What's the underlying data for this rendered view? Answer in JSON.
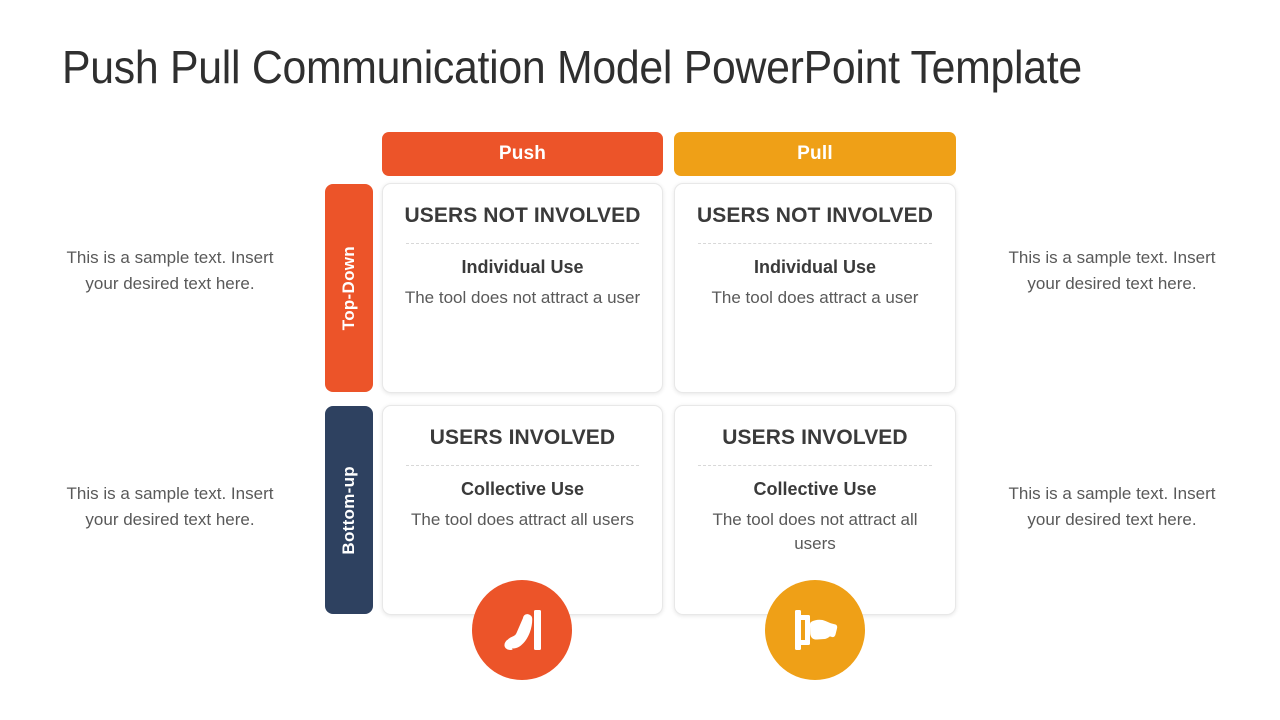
{
  "slide": {
    "title": "Push Pull Communication Model PowerPoint Template",
    "background": "#ffffff"
  },
  "colors": {
    "push": "#EC5429",
    "pull": "#EFA017",
    "bottom_up": "#2E4160",
    "title_text": "#2f2f2f",
    "card_text": "#3a3a3a",
    "body_text": "#595959",
    "card_border": "#e8e8e8",
    "separator": "#d8d8d8"
  },
  "columns": [
    {
      "key": "push",
      "label": "Push",
      "color": "#EC5429"
    },
    {
      "key": "pull",
      "label": "Pull",
      "color": "#EFA017"
    }
  ],
  "rows": [
    {
      "key": "top_down",
      "label": "Top-Down",
      "color": "#EC5429"
    },
    {
      "key": "bottom_up",
      "label": "Bottom-up",
      "color": "#2E4160"
    }
  ],
  "cards": [
    {
      "row": "top_down",
      "column": "push",
      "title": "USERS NOT INVOLVED",
      "subtitle": "Individual Use",
      "description": "The tool does not attract a user"
    },
    {
      "row": "top_down",
      "column": "pull",
      "title": "USERS NOT INVOLVED",
      "subtitle": "Individual Use",
      "description": "The tool does attract a user"
    },
    {
      "row": "bottom_up",
      "column": "push",
      "title": "USERS INVOLVED",
      "subtitle": "Collective Use",
      "description": "The tool does attract all users"
    },
    {
      "row": "bottom_up",
      "column": "pull",
      "title": "USERS INVOLVED",
      "subtitle": "Collective Use",
      "description": "The tool does not attract all users"
    }
  ],
  "side_texts": {
    "left_top": "This is a sample text. Insert your desired text here.",
    "left_bottom": "This is a sample text. Insert your desired text here.",
    "right_top": "This is a sample text. Insert your desired text here.",
    "right_bottom": "This is a sample text. Insert your desired text here."
  },
  "icons": [
    {
      "name": "hand-push-icon",
      "column": "push",
      "color": "#EC5429"
    },
    {
      "name": "hand-pull-icon",
      "column": "pull",
      "color": "#EFA017"
    }
  ]
}
